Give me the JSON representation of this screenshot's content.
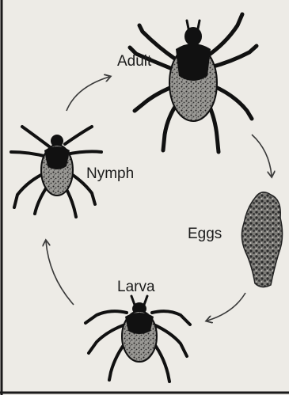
{
  "labels": {
    "adult": "Adult",
    "nymph": "Nymph",
    "eggs": "Eggs",
    "larva": "Larva"
  },
  "colors": {
    "background": "#edebe6",
    "ink": "#111111",
    "speckle": "#8a8a86",
    "arrow": "#3a3a3a",
    "frame": "#1a1a1a"
  }
}
